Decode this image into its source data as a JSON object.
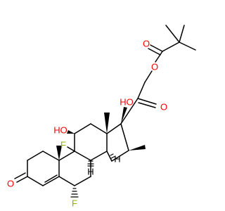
{
  "molecule": {
    "colors": {
      "bond": "#000000",
      "oxygen": "#ff0000",
      "fluorine": "#8db000",
      "carbon": "#000000"
    },
    "atoms": {
      "o_ester_carbonyl": "O",
      "o_ester_link": "O",
      "o_ketone_side": "O",
      "oh_c17": "HO",
      "oh_c11": "HO",
      "f_c9": "F",
      "f_c6": "F",
      "o_c3_ketone": "O",
      "h_c8": "H",
      "h_c14": "H"
    }
  }
}
